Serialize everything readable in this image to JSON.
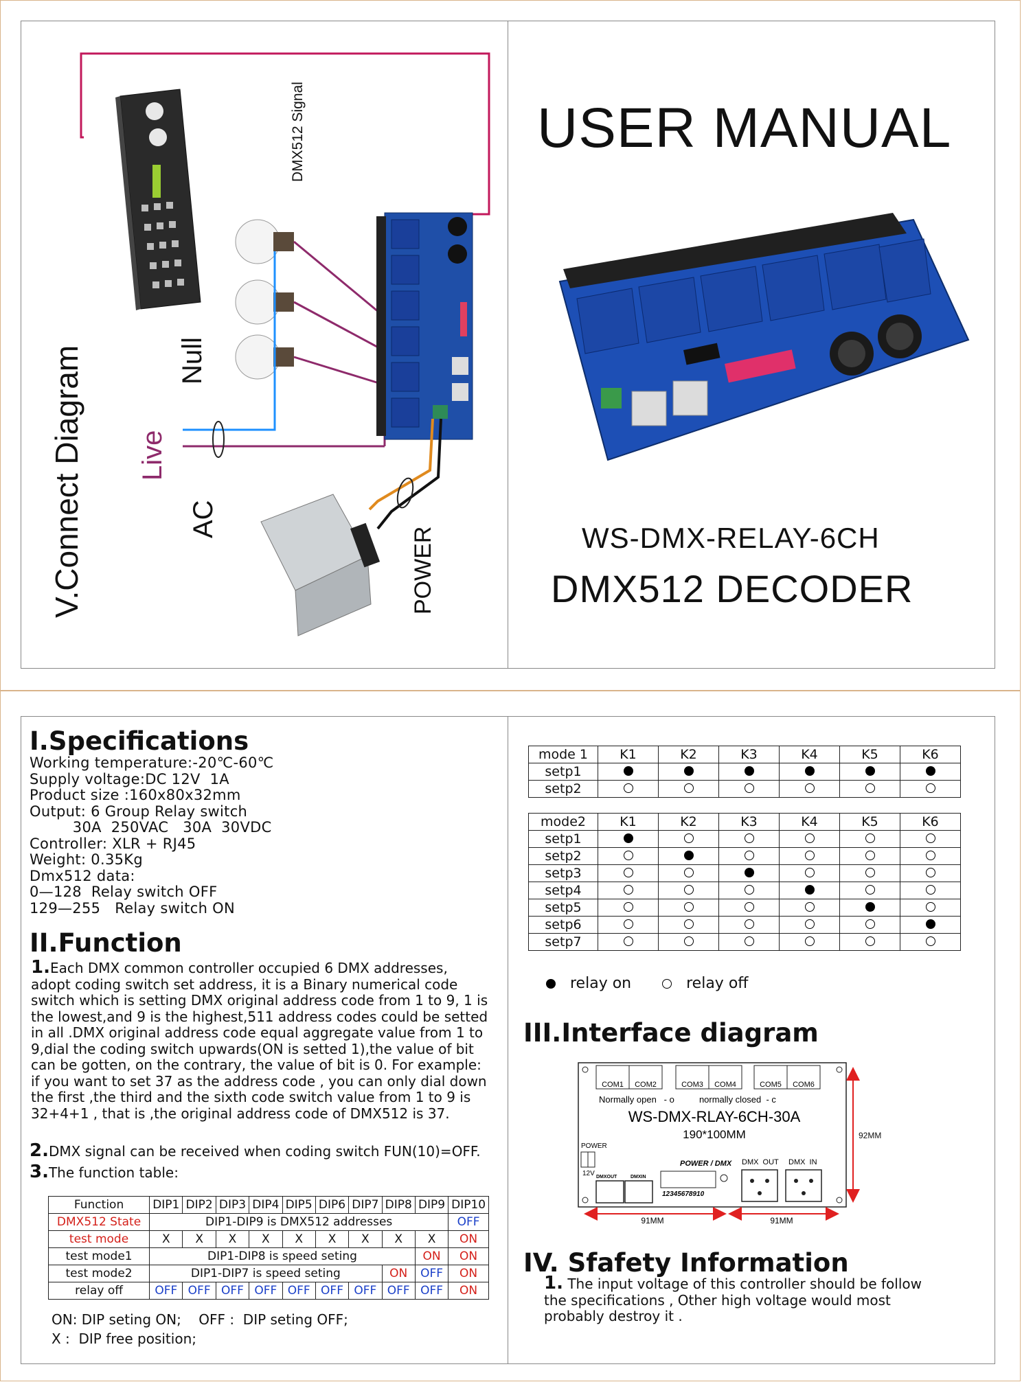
{
  "cover": {
    "title": "USER MANUAL",
    "model": "WS-DMX-RELAY-6CH",
    "product": "DMX512 DECODER"
  },
  "connect": {
    "heading": "V.Connect Diagram",
    "signal_label": "DMX512 Signal",
    "null_label": "Null",
    "live_label": "Live",
    "ac_label": "AC",
    "power_label": "POWER"
  },
  "specs": {
    "heading": "I.Specifications",
    "lines": [
      "Working temperature:-20℃-60℃",
      "Supply voltage:DC 12V  1A",
      "Product size :160x80x32mm",
      "Output: 6 Group Relay switch",
      "         30A  250VAC   30A  30VDC",
      "Controller: XLR + RJ45",
      "Weight: 0.35Kg",
      "Dmx512 data:",
      "0—128  Relay switch OFF",
      "129—255   Relay switch ON"
    ]
  },
  "function": {
    "heading": "II.Function",
    "p1_num": "1.",
    "p1": "Each DMX common controller occupied 6 DMX addresses, adopt coding switch set address, it is a Binary numerical code switch which is setting DMX original address code from 1 to 9, 1 is the lowest,and 9 is the highest,511 address codes could be setted in all .DMX original address code equal aggregate value from 1 to 9,dial the coding switch upwards(ON is setted 1),the value of bit can be gotten, on the contrary, the value of bit is 0. For example: if you want to set 37 as the address code , you can only dial down the first ,the third and the sixth code switch value from 1 to 9 is 32+4+1 , that is ,the original address code of DMX512 is 37.",
    "p2_num": "2.",
    "p2": "DMX signal can be received when coding switch FUN(10)=OFF.",
    "p3_num": "3.",
    "p3": "The function table:",
    "table_header": [
      "Function",
      "DIP1",
      "DIP2",
      "DIP3",
      "DIP4",
      "DIP5",
      "DIP6",
      "DIP7",
      "DIP8",
      "DIP9",
      "DIP10"
    ],
    "row_dmx": {
      "label": "DMX512 State",
      "span": "DIP1-DIP9 is DMX512 addresses",
      "dip10": "OFF"
    },
    "row_test": {
      "label": "test mode",
      "x": [
        "X",
        "X",
        "X",
        "X",
        "X",
        "X",
        "X",
        "X",
        "X"
      ],
      "dip10": "ON"
    },
    "row_tm1": {
      "label": "test mode1",
      "span": "DIP1-DIP8 is speed seting",
      "dip9": "ON",
      "dip10": "ON"
    },
    "row_tm2": {
      "label": "test mode2",
      "span": "DIP1-DIP7 is speed seting",
      "dip8": "ON",
      "dip9": "OFF",
      "dip10": "ON"
    },
    "row_relay": {
      "label": "relay off",
      "offs": [
        "OFF",
        "OFF",
        "OFF",
        "OFF",
        "OFF",
        "OFF",
        "OFF",
        "OFF",
        "OFF"
      ],
      "dip10": "ON"
    },
    "note1": "ON: DIP seting ON;    OFF :  DIP seting OFF;",
    "note2": "X :  DIP free position;"
  },
  "mode_tables": {
    "mode1": {
      "header": [
        "mode 1",
        "K1",
        "K2",
        "K3",
        "K4",
        "K5",
        "K6"
      ],
      "rows": [
        {
          "label": "setp1",
          "states": [
            1,
            1,
            1,
            1,
            1,
            1
          ]
        },
        {
          "label": "setp2",
          "states": [
            0,
            0,
            0,
            0,
            0,
            0
          ]
        }
      ]
    },
    "mode2": {
      "header": [
        "mode2",
        "K1",
        "K2",
        "K3",
        "K4",
        "K5",
        "K6"
      ],
      "rows": [
        {
          "label": "setp1",
          "states": [
            1,
            0,
            0,
            0,
            0,
            0
          ]
        },
        {
          "label": "setp2",
          "states": [
            0,
            1,
            0,
            0,
            0,
            0
          ]
        },
        {
          "label": "setp3",
          "states": [
            0,
            0,
            1,
            0,
            0,
            0
          ]
        },
        {
          "label": "setp4",
          "states": [
            0,
            0,
            0,
            1,
            0,
            0
          ]
        },
        {
          "label": "setp5",
          "states": [
            0,
            0,
            0,
            0,
            1,
            0
          ]
        },
        {
          "label": "setp6",
          "states": [
            0,
            0,
            0,
            0,
            0,
            1
          ]
        },
        {
          "label": "setp7",
          "states": [
            0,
            0,
            0,
            0,
            0,
            0
          ]
        }
      ]
    },
    "legend_on": "relay on",
    "legend_off": "relay off"
  },
  "interface": {
    "heading": "III.Interface diagram",
    "com_labels": [
      "COM1",
      "COM2",
      "COM3",
      "COM4",
      "COM5",
      "COM6"
    ],
    "no_nc": "Normally open   - o          normally closed  - c",
    "model": "WS-DMX-RLAY-6CH-30A",
    "size": "190*100MM",
    "power": "POWER",
    "v12": "12V",
    "dmxout": "DMXOUT",
    "dmxin": "DMXIN",
    "power_dmx": "POWER / DMX",
    "dip_numbers": "12345678910",
    "dmx_out": "DMX  OUT",
    "dmx_in": "DMX  IN",
    "dim_height": "92MM",
    "dim_left": "91MM",
    "dim_right": "91MM"
  },
  "safety": {
    "heading": "IV. Sfafety Information",
    "num": "1.",
    "text": "The input voltage of this controller should be follow the specifications , Other high voltage would most probably destroy it ."
  }
}
